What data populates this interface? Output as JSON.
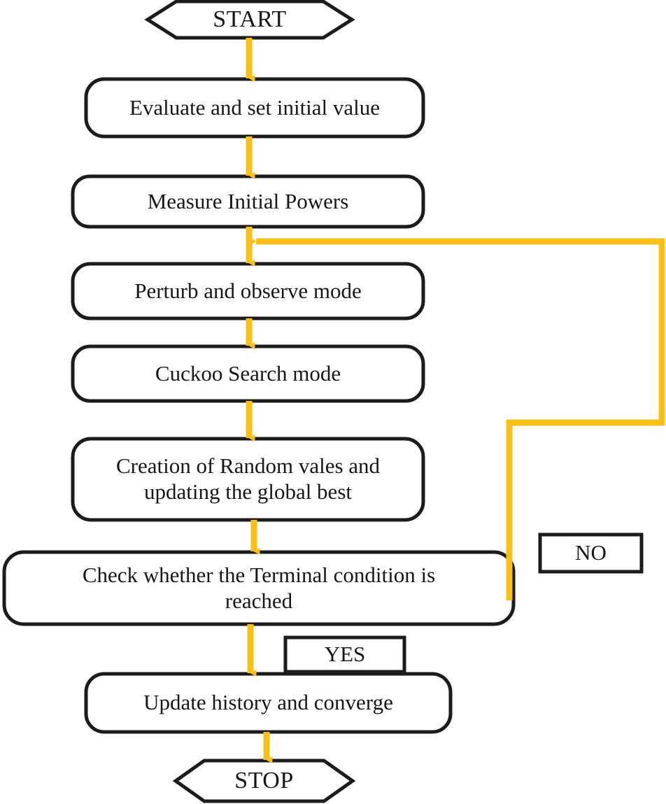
{
  "diagram": {
    "title": "MPPT hybrid Perturb-and-Observe / Cuckoo Search algorithm flowchart",
    "colors": {
      "arrow": "#F9C018",
      "outline": "#1c1c1c",
      "background": "#ffffff",
      "text": "#171717"
    },
    "nodes": [
      {
        "id": "start",
        "type": "terminator",
        "label": "START"
      },
      {
        "id": "evaluate",
        "type": "process",
        "label": "Evaluate and set initial value"
      },
      {
        "id": "measure",
        "type": "process",
        "label": "Measure Initial Powers"
      },
      {
        "id": "perturb",
        "type": "process",
        "label": "Perturb and observe mode"
      },
      {
        "id": "cuckoo",
        "type": "process",
        "label": "Cuckoo Search mode"
      },
      {
        "id": "random",
        "type": "process",
        "label": "Creation of Random vales and\nupdating the global best"
      },
      {
        "id": "check",
        "type": "decision",
        "label": "Check whether the Terminal condition is\nreached"
      },
      {
        "id": "update",
        "type": "process",
        "label": "Update history and converge"
      },
      {
        "id": "stop",
        "type": "terminator",
        "label": "STOP"
      }
    ],
    "branch_labels": [
      {
        "id": "no",
        "label": "NO"
      },
      {
        "id": "yes",
        "label": "YES"
      }
    ],
    "edges": [
      {
        "from": "start",
        "to": "evaluate",
        "label": ""
      },
      {
        "from": "evaluate",
        "to": "measure",
        "label": ""
      },
      {
        "from": "measure",
        "to": "perturb",
        "label": ""
      },
      {
        "from": "perturb",
        "to": "cuckoo",
        "label": ""
      },
      {
        "from": "cuckoo",
        "to": "random",
        "label": ""
      },
      {
        "from": "random",
        "to": "check",
        "label": ""
      },
      {
        "from": "check",
        "to": "update",
        "label": "YES"
      },
      {
        "from": "check",
        "to": "perturb",
        "label": "NO"
      },
      {
        "from": "update",
        "to": "stop",
        "label": ""
      }
    ]
  }
}
